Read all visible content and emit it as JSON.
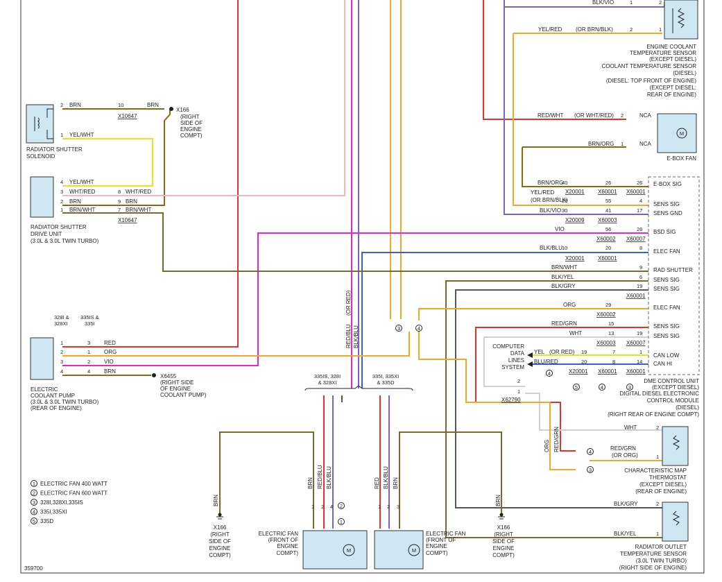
{
  "diagram_id": "359700",
  "legend": [
    {
      "num": "1",
      "text": "ELECTRIC FAN 400 WATT"
    },
    {
      "num": "2",
      "text": "ELECTRIC FAN 600 WATT"
    },
    {
      "num": "3",
      "text": "328I,328XI,335IS"
    },
    {
      "num": "4",
      "text": "335I,335XI"
    },
    {
      "num": "5",
      "text": "335D"
    }
  ],
  "colors": {
    "red": "#e8302a",
    "pink": "#f4b6b8",
    "orange": "#f5a623",
    "brown": "#8b6914",
    "yellow": "#f0e020",
    "magenta": "#ee22cc",
    "violet": "#7e5fc2",
    "blue": "#3b5bd8",
    "black": "#333333",
    "gray": "#bbbbbb",
    "olive": "#7a6a2a"
  },
  "components": {
    "solenoid": {
      "title1": "RADIATOR SHUTTER",
      "title2": "SOLENOID"
    },
    "shutter_drive": {
      "title1": "RADIATOR SHUTTER",
      "title2": "DRIVE UNIT",
      "title3": "(3.0L & 3.0L TWIN TURBO)"
    },
    "coolant_pump": {
      "title1": "ELECTRIC",
      "title2": "COOLANT PUMP",
      "title3": "(3.0L & 3.0L TWIN TURBO)",
      "title4": "(REAR OF ENGINE)"
    },
    "ect_sensor": {
      "l1": "ENGINE COOLANT",
      "l2": "TEMPERATURE SENSOR",
      "l3": "(EXCEPT DIESEL)",
      "l4": "COOLANT TEMPERATURE SENSOR",
      "l5": "(DIESEL)",
      "l6": "(DIESEL: TOP FRONT OF ENGINE)",
      "l7": "(EXCEPT DIESEL:",
      "l8": "REAR OF ENGINE)"
    },
    "ebox_fan": {
      "title": "E-BOX FAN"
    },
    "dme": {
      "l1": "DME CONTROL UNIT",
      "l2": "(EXCEPT DIESEL)",
      "l3": "DIGITAL DIESEL ELECTRONIC",
      "l4": "CONTROL MODULE",
      "l5": "(DIESEL)",
      "l6": "(RIGHT REAR OF ENGINE COMPT)",
      "pins": [
        "E-BOX SIG",
        "SENS SIG",
        "SENS GND",
        "BSD SIG",
        "ELEC FAN",
        "RAD SHUTTER",
        "SENS SIG",
        "SENS SIG",
        "ELEC FAN",
        "SENS SIG",
        "SENS SIG",
        "CAN LOW",
        "CAN HI"
      ]
    },
    "map_thermostat": {
      "l1": "CHARACTERISTIC MAP",
      "l2": "THERMOSTAT",
      "l3": "(EXCEPT DIESEL)",
      "l4": "(REAR OF ENGINE)"
    },
    "rad_outlet": {
      "l1": "RADIATOR OUTLET",
      "l2": "TEMPERATURE SENSOR",
      "l3": "(3.0L TWIN TURBO)",
      "l4": "(RIGHT SIDE OF ENGINE)"
    },
    "fan_left": {
      "l1": "ELECTRIC FAN",
      "l2": "(FRONT OF",
      "l3": "ENGINE",
      "l4": "COMPT)"
    },
    "fan_right": {
      "l1": "ELECTRIC FAN",
      "l2": "(FRONT OF",
      "l3": "ENGINE",
      "l4": "COMPT)"
    },
    "cdl": {
      "l1": "COMPUTER",
      "l2": "DATA",
      "l3": "LINES",
      "l4": "SYSTEM"
    }
  },
  "grounds": {
    "x166_top": {
      "id": "X166",
      "l1": "(RIGHT",
      "l2": "SIDE OF",
      "l3": "ENGINE",
      "l4": "COMPT)"
    },
    "x6455": {
      "id": "X6455",
      "l1": "(RIGHT SIDE",
      "l2": "OF ENGINE",
      "l3": "COOLANT PUMP)"
    },
    "x166_left": {
      "id": "X166",
      "l1": "(RIGHT",
      "l2": "SIDE OF",
      "l3": "ENGINE",
      "l4": "COMPT)"
    },
    "x166_right": {
      "id": "X166",
      "l1": "(RIGHT",
      "l2": "SIDE OF",
      "l3": "ENGINE",
      "l4": "COMPT)"
    }
  },
  "connectors": {
    "x10647a": "X10647",
    "x10647b": "X10647",
    "x20001": "X20001",
    "x60001": "X60001",
    "x20009": "X20009",
    "x60003": "X60003",
    "x60002": "X60002",
    "x60007": "X60007",
    "x60003b": "X60003",
    "x60007b": "X60007",
    "x62790": "X62790",
    "x60002b": "X60002",
    "x60001b": "X60001",
    "x60001c": "X60001",
    "x20001b": "X20001",
    "x60001d": "X60001",
    "x60001e": "X60001",
    "x20001c": "X20001"
  },
  "variant_labels": {
    "v328": "328I &",
    "v328b": "328XI",
    "v335is": "335IS &",
    "v335isb": "335I",
    "grpL1": "335IS, 328I",
    "grpL2": "& 328XI",
    "grpR1": "335I, 335XI",
    "grpR2": "& 335D"
  },
  "wires": {
    "sol_brn": "BRN",
    "sol_yelwht": "YEL/WHT",
    "brn_10": "BRN",
    "d4": "YEL/WHT",
    "d3": "WHT/RED",
    "d2": "BRN",
    "d1": "BRN/WHT",
    "d8": "WHT/RED",
    "d9": "BRN",
    "d7": "BRN/WHT",
    "p1": "RED",
    "p2": "ORG",
    "p3": "VIO",
    "p4": "BRN",
    "ect1": "BLK/VIO",
    "ect2a": "YEL/RED",
    "ect2b": "(OR BRN/BLK)",
    "eb1": "RED/WHT",
    "eb1b": "(OR WHT/RED)",
    "eb2": "BRN/ORG",
    "nca1": "NCA",
    "nca2": "NCA",
    "dm_brnorg": "BRN/ORG",
    "dm_yelred": "YEL/RED",
    "dm_orbrn": "(OR BRN/BLK)",
    "dm_blkvio": "BLK/VIO",
    "dm_vio": "VIO",
    "dm_blkblu": "BLK/BLU",
    "dm_brnwht": "BRN/WHT",
    "dm_blkyel": "BLK/YEL",
    "dm_blkgry": "BLK/GRY",
    "dm_org": "ORG",
    "dm_redgrn": "RED/GRN",
    "dm_wht": "WHT",
    "dm_yel": "YEL",
    "dm_orred": "(OR RED)",
    "dm_blured": "BLU/RED",
    "v_redblu": "RED/BLU",
    "v_orred": "(OR RED)",
    "v_blkblu": "BLK/BLU",
    "fl_brn": "BRN",
    "fl_redblu": "RED/BLU",
    "fl_blkblu": "BLK/BLU",
    "fr_red": "RED",
    "fr_blkblu": "BLK/BLU",
    "fr_brn": "BRN",
    "g_brn1": "BRN",
    "g_brn2": "BRN",
    "mt_wht": "WHT",
    "mt_redgrn": "RED/GRN",
    "mt_ororg": "(OR ORG)",
    "mt_org": "ORG",
    "mt_redgrn2": "RED/GRN",
    "ro_blkgry": "BLK/GRY",
    "ro_blkyel": "BLK/YEL"
  }
}
